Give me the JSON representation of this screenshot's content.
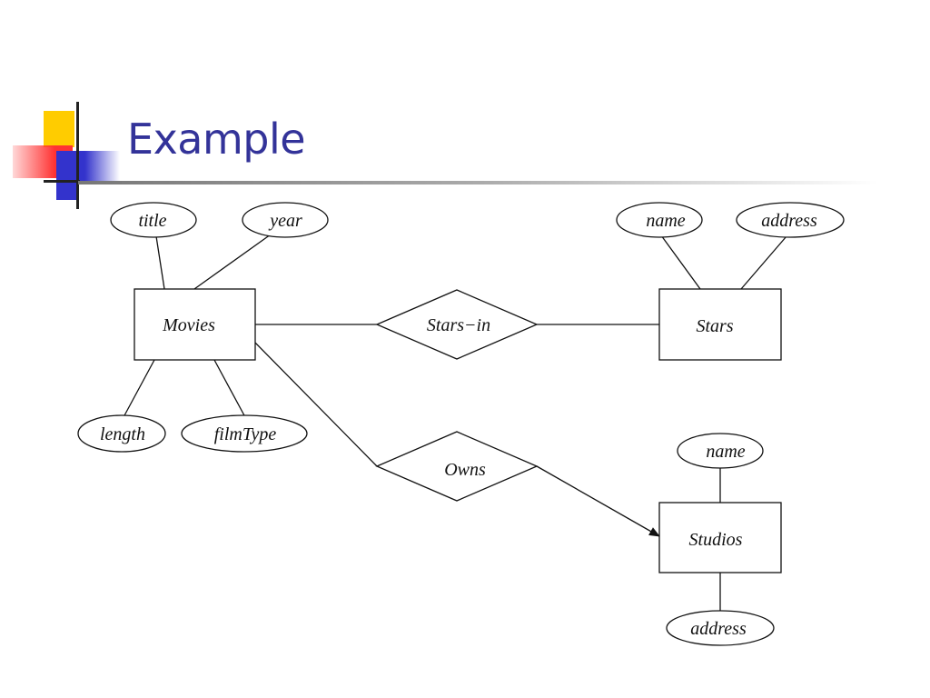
{
  "slide": {
    "title": "Example"
  },
  "diagram": {
    "entities": {
      "movies": "Movies",
      "stars": "Stars",
      "studios": "Studios"
    },
    "relationships": {
      "stars_in": "Stars−in",
      "owns": "Owns"
    },
    "attributes": {
      "movies_title": "title",
      "movies_year": "year",
      "movies_length": "length",
      "movies_filmtype": "filmType",
      "stars_name": "name",
      "stars_address": "address",
      "studios_name": "name",
      "studios_address": "address"
    }
  }
}
